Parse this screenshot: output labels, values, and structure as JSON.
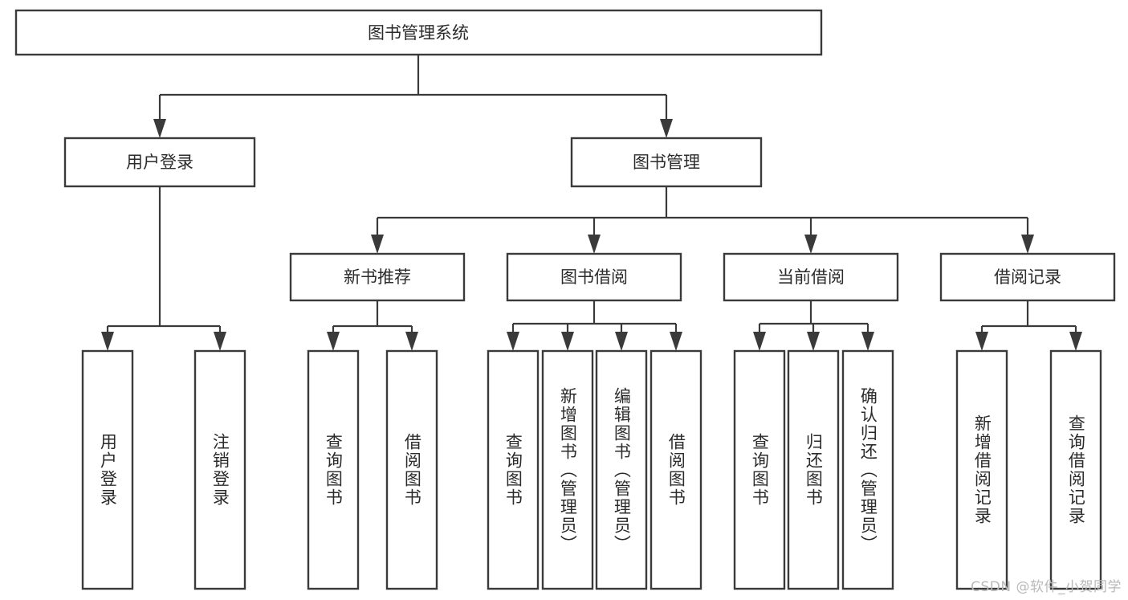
{
  "diagram": {
    "type": "tree-hierarchy",
    "title": "图书管理系统",
    "orientation": "top-down",
    "colors": {
      "box_stroke": "#3a3a3a",
      "box_fill": "#ffffff",
      "connector": "#3a3a3a",
      "text": "#2b2b2b",
      "watermark": "#b9b9b9",
      "background": "#ffffff"
    }
  },
  "root": {
    "label": "图书管理系统"
  },
  "level2": [
    {
      "label": "用户登录"
    },
    {
      "label": "图书管理"
    }
  ],
  "level3": [
    {
      "label": "新书推荐"
    },
    {
      "label": "图书借阅"
    },
    {
      "label": "当前借阅"
    },
    {
      "label": "借阅记录"
    }
  ],
  "leaves": {
    "user_login": [
      {
        "label": "用户登录"
      },
      {
        "label": "注销登录"
      }
    ],
    "new_book": [
      {
        "label": "查询图书"
      },
      {
        "label": "借阅图书"
      }
    ],
    "book_borrow": [
      {
        "label": "查询图书"
      },
      {
        "label": "新增图书（管理员）"
      },
      {
        "label": "编辑图书（管理员）"
      },
      {
        "label": "借阅图书"
      }
    ],
    "current_borrow": [
      {
        "label": "查询图书"
      },
      {
        "label": "归还图书"
      },
      {
        "label": "确认归还（管理员）"
      }
    ],
    "borrow_record": [
      {
        "label": "新增借阅记录"
      },
      {
        "label": "查询借阅记录"
      }
    ]
  },
  "watermark": {
    "text": "CSDN @软件_小贺同学"
  }
}
